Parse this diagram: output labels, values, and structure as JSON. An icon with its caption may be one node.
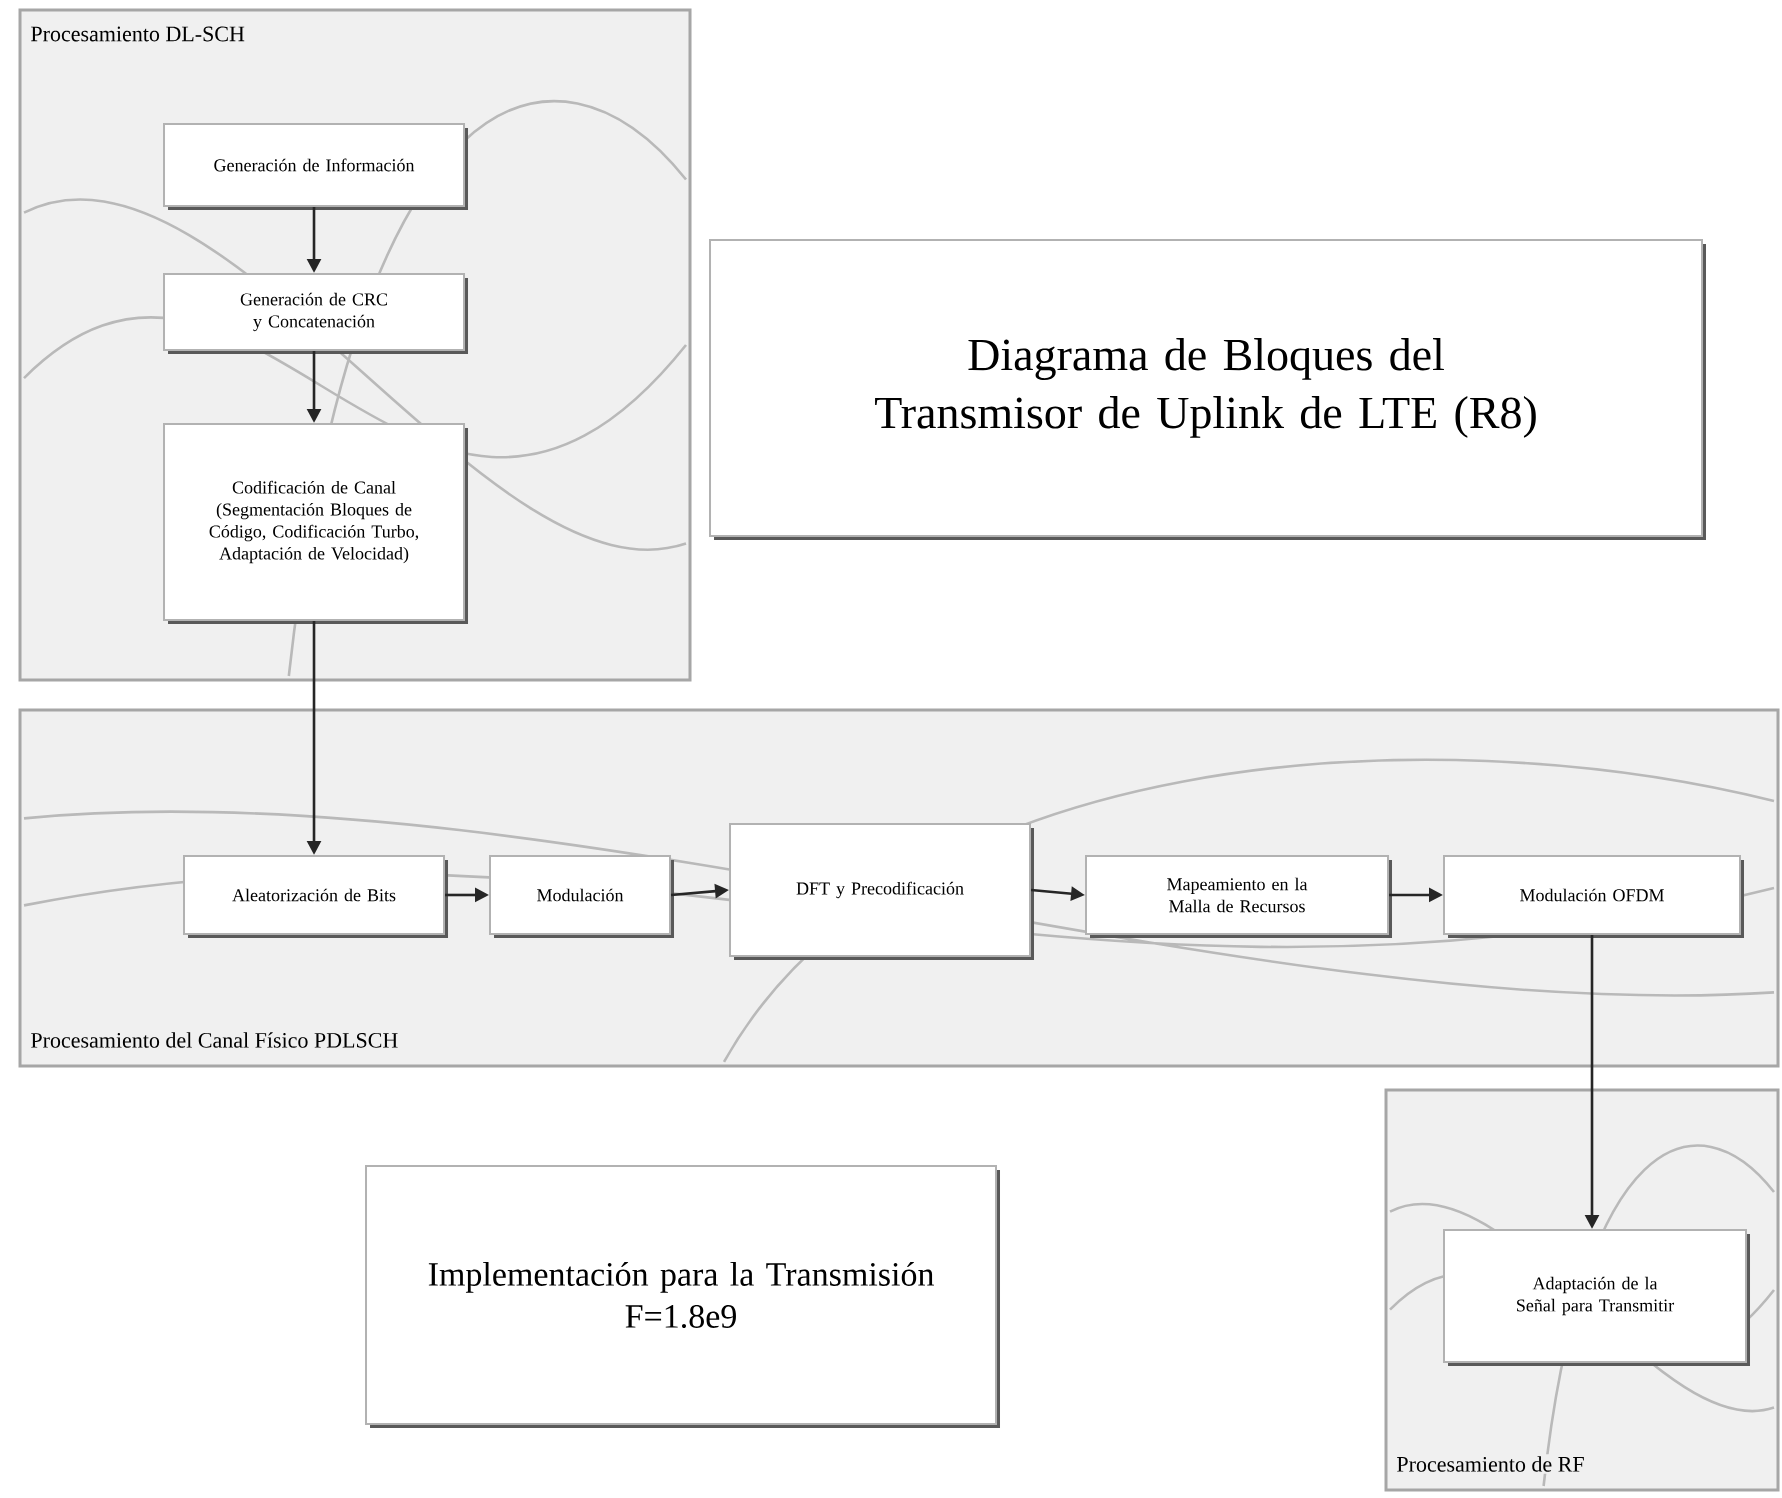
{
  "diagram": {
    "nodes": [
      {
        "text": [
          "Procesamiento DL-SCH"
        ]
      },
      {
        "text": [
          "Generación de Información"
        ],
        "in": 0
      },
      {
        "text": [
          "Generación de CRC y Concatenación"
        ],
        "in": 0
      },
      {
        "text": [
          "Codificación de Canal (Segmentación Bloques de Código, Codificación Turbo, Adaptación de Velocidad)"
        ],
        "in": 0
      },
      {
        "text": [
          "Diagrama de Bloques del Transmisor de Uplink de LTE (R8)"
        ]
      },
      {
        "text": [
          "Procesamiento del Canal Físico PDLSCH"
        ]
      },
      {
        "text": [
          "Aleatorización de Bits"
        ],
        "in": 5
      },
      {
        "text": [
          "Modulación"
        ],
        "in": 5
      },
      {
        "text": [
          "DFT y Precodificación"
        ],
        "in": 5
      },
      {
        "text": [
          "Mapeamiento en la Malla de Recursos"
        ],
        "in": 5
      },
      {
        "text": [
          "Modulación OFDM"
        ],
        "in": 5
      },
      {
        "text": [
          "Implementación para la Transmisión",
          "F=1.8e9"
        ]
      },
      {
        "text": [
          "Procesamiento de RF"
        ]
      },
      {
        "text": [
          "Adaptación de la Señal para Transmitir"
        ],
        "in": 12
      }
    ],
    "edges": [
      {
        "from": 1,
        "to": 2,
        "arrow": "to"
      },
      {
        "from": 2,
        "to": 3,
        "arrow": "to"
      },
      {
        "from": 3,
        "to": 6,
        "arrow": "to"
      },
      {
        "from": 6,
        "to": 7,
        "arrow": "to"
      },
      {
        "from": 7,
        "to": 8,
        "arrow": "to"
      },
      {
        "from": 8,
        "to": 9,
        "arrow": "to"
      },
      {
        "from": 9,
        "to": 10,
        "arrow": "to"
      },
      {
        "from": 10,
        "to": 13,
        "arrow": "to"
      }
    ]
  }
}
